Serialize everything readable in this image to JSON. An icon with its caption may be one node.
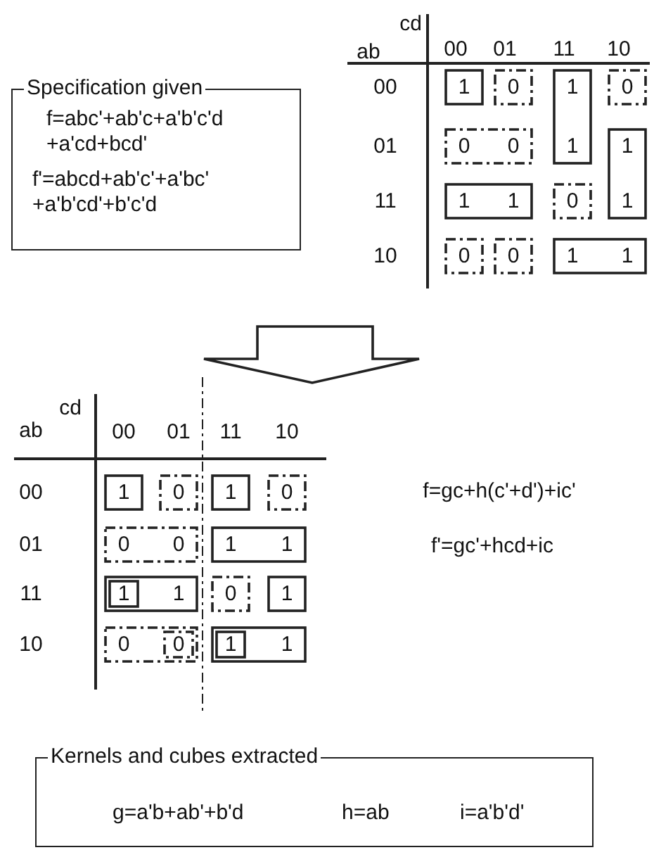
{
  "diagram": {
    "nodes": [
      {
        "text": [
          "Specification given",
          "f=abc'+ab'c+a'b'c'd +a'cd+bcd'",
          "f'=abcd+ab'c'+a'bc' +a'b'cd'+b'c'd"
        ]
      },
      {
        "text": [
          "Kernels and cubes extracted",
          "g=a'b+ab'+b'd",
          "h=ab",
          "i=a'b'd'"
        ]
      }
    ],
    "labels": [
      "cd",
      "ab",
      "00",
      "01",
      "11",
      "10",
      "00",
      "1",
      "0",
      "1",
      "0",
      "01",
      "0",
      "0",
      "1",
      "1",
      "11",
      "1",
      "1",
      "0",
      "1",
      "10",
      "0",
      "0",
      "1",
      "1",
      "cd",
      "ab",
      "00",
      "01",
      "11",
      "10",
      "00",
      "1",
      "0",
      "1",
      "0",
      "01",
      "0",
      "0",
      "1",
      "1",
      "11",
      "1",
      "1",
      "0",
      "1",
      "10",
      "0",
      "0",
      "1",
      "1",
      "f=gc+h(c'+d')+ic'",
      "f'=gc'+hcd+ic"
    ]
  }
}
